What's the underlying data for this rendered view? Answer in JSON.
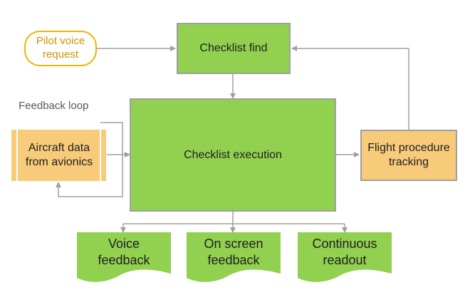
{
  "diagram": {
    "pilot_input": "Pilot voice request",
    "checklist_find": "Checklist find",
    "checklist_execution": "Checklist execution",
    "feedback_loop_label": "Feedback loop",
    "aircraft_data": "Aircraft data from avionics",
    "flight_tracking": "Flight procedure tracking",
    "outputs": [
      {
        "label": "Voice feedback"
      },
      {
        "label": "On screen feedback"
      },
      {
        "label": "Continuous readout"
      }
    ]
  },
  "colors": {
    "process_green": "#92d050",
    "data_orange": "#f8cb7a",
    "terminator_outline": "#f0b400",
    "connector_grey": "#a0a0a0"
  }
}
